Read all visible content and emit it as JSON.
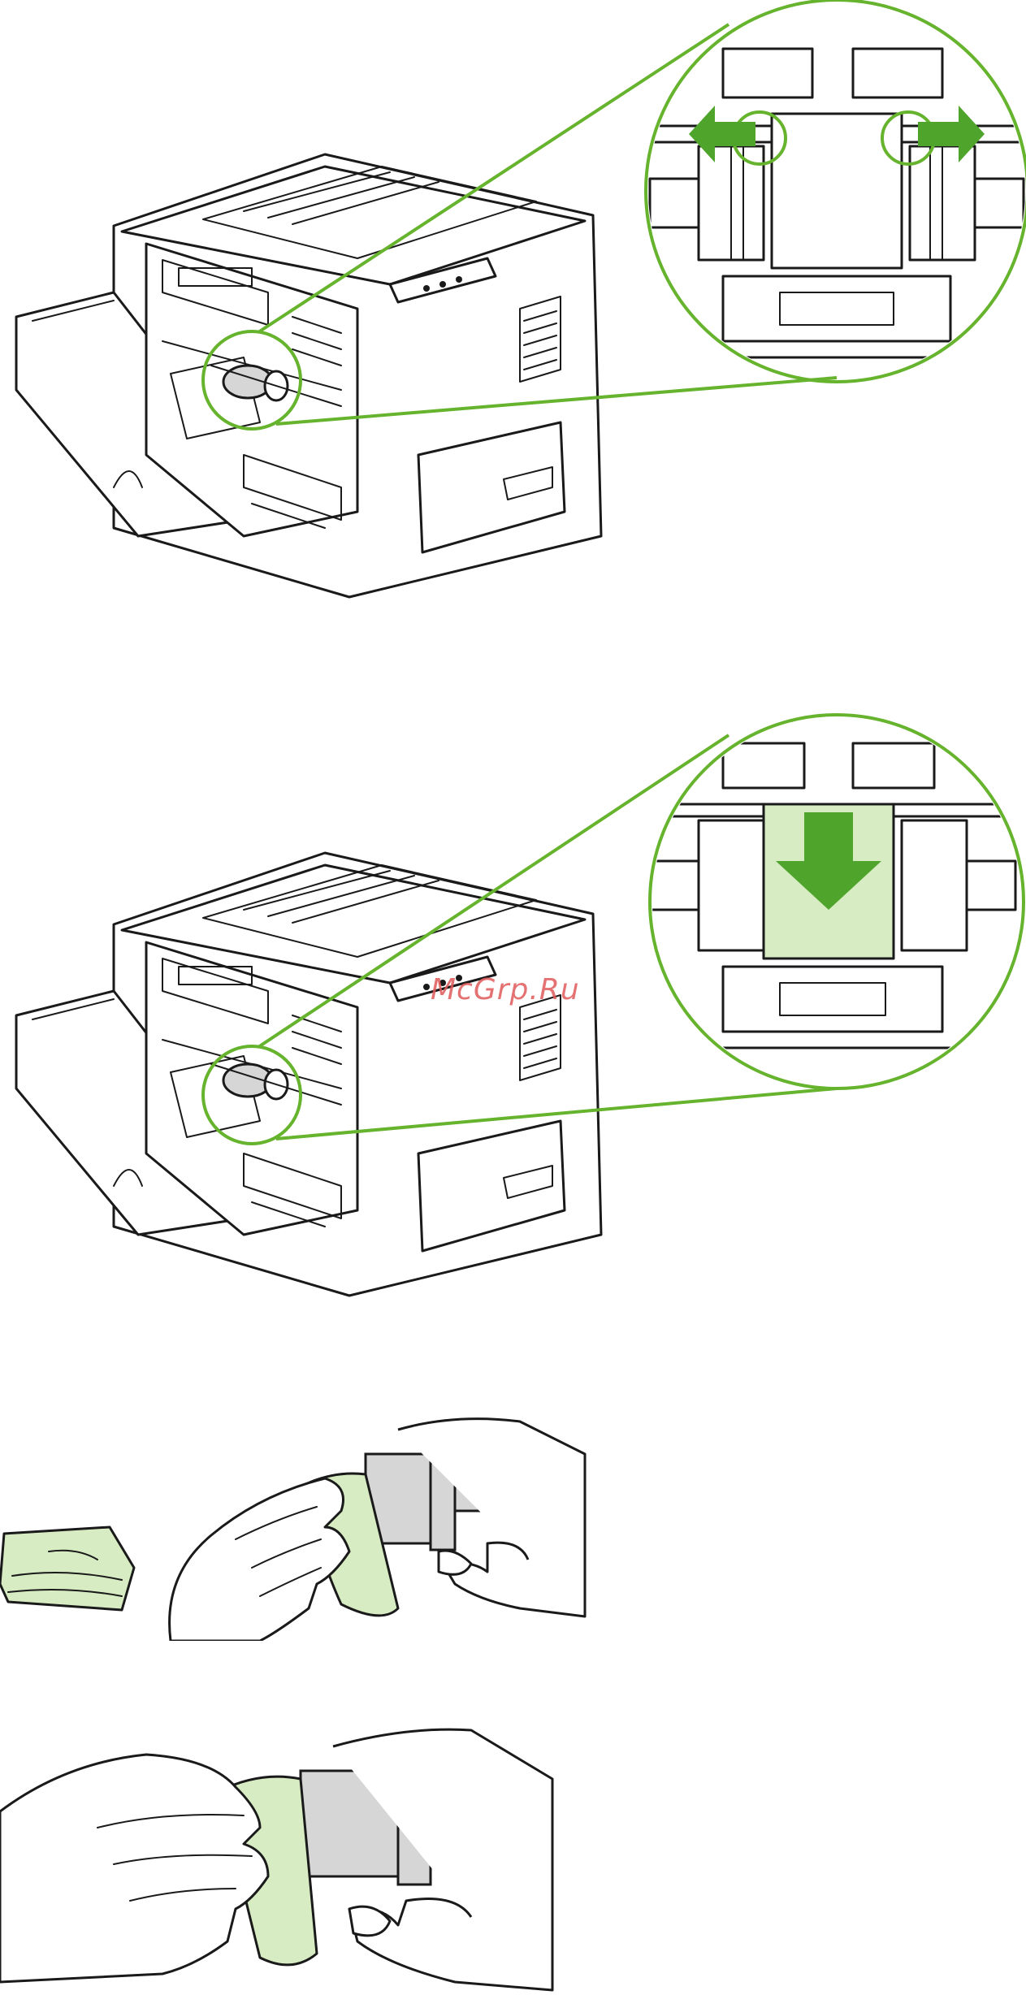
{
  "watermark": {
    "text": "McGrp.Ru"
  },
  "colors": {
    "callout_green": "#66b32e",
    "arrow_green": "#4fa52c",
    "cloth_green": "#d7ecc3",
    "roller_gray": "#d6d6d6",
    "line": "#1a1a1a"
  },
  "steps": [
    {
      "id": "step-1",
      "icons": [
        "printer-icon",
        "zoom-callout-icon",
        "release-tabs-arrows-icon"
      ]
    },
    {
      "id": "step-2",
      "icons": [
        "printer-icon",
        "zoom-callout-icon",
        "remove-roller-arrow-icon"
      ]
    },
    {
      "id": "step-3",
      "icons": [
        "folded-cloth-icon",
        "hands-cleaning-roller-icon"
      ]
    },
    {
      "id": "step-4",
      "icons": [
        "hands-cleaning-roller-icon"
      ]
    }
  ]
}
